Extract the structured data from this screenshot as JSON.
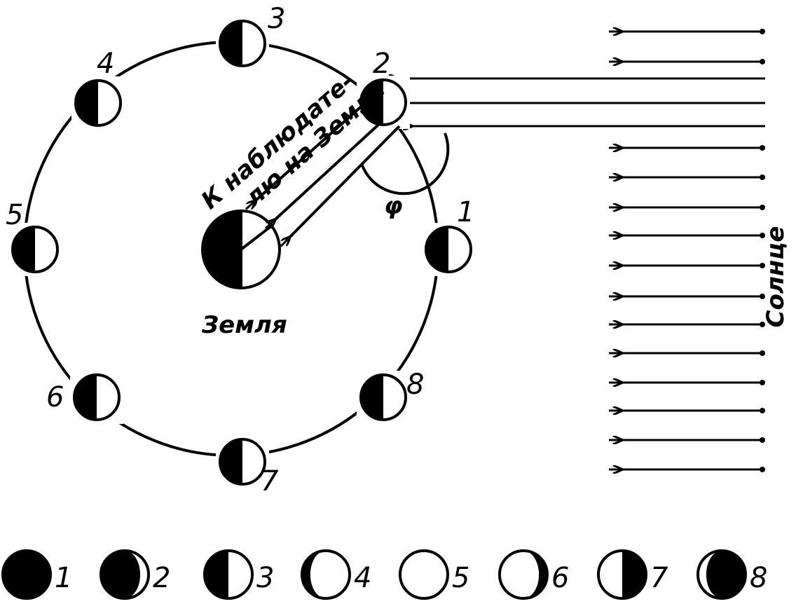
{
  "diagram": {
    "earth_label": "Земля",
    "sun_label": "Солнце",
    "observer_label_line1": "К наблюдате-",
    "observer_label_line2": "лю на Земле",
    "angle_label": "φ",
    "orbit_phase_numbers": [
      "1",
      "2",
      "3",
      "4",
      "5",
      "6",
      "7",
      "8"
    ],
    "phase_legend": [
      "1",
      "2",
      "3",
      "4",
      "5",
      "6",
      "7",
      "8"
    ]
  }
}
